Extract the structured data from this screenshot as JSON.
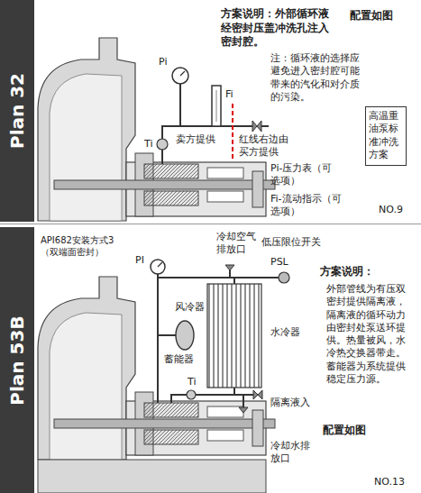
{
  "diagram": {
    "nodes": [
      {
        "text": [
          "Plan 32"
        ]
      },
      {
        "text": [
          "高温重油泵标准冲洗方案"
        ]
      },
      {
        "text": [
          "Plan 53B"
        ]
      }
    ],
    "labels": [
      "方案说明：外部循环液经密封压盖冲洗孔注入密封腔。",
      "配置如图",
      "Pi",
      "Fi",
      "Ti",
      "注：循环液的选择应避免进入密封腔可能带来的汽化和对介质的污染。",
      "卖方提供",
      "红线右边由买方提供",
      "Pi-压力表（可选项）",
      "Fi-流动指示（可选项）",
      "NO.9",
      "API682安装方式3（双端面密封）",
      "PI",
      "冷却空气排放口",
      "低压限位开关",
      "PSL",
      "方案说明：",
      "外部管线为有压双密封提供隔离液，隔离液的循环动力由密封处泵送环提供。热量被风，水冷热交换器带走。蓄能器为系统提供稳定压力源。",
      "风冷器",
      "水冷器",
      "蓄能器",
      "Ti",
      "隔离液入",
      "配置如图",
      "冷却水排放口",
      "NO.13"
    ]
  }
}
